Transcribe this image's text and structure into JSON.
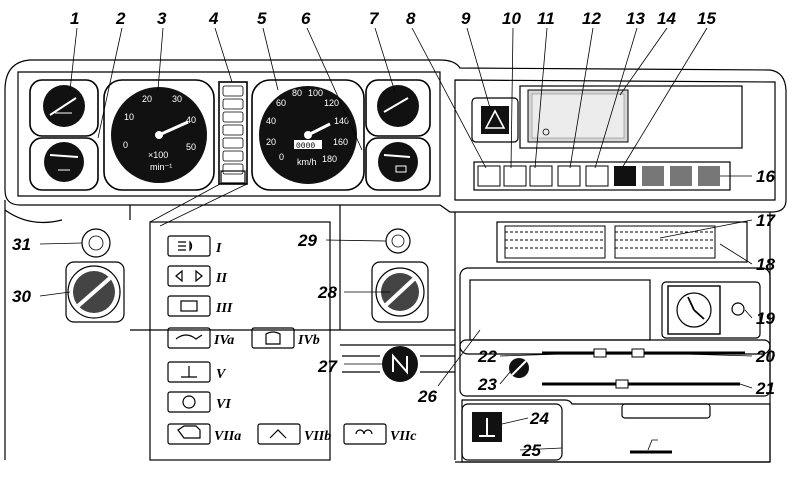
{
  "callouts": [
    "1",
    "2",
    "3",
    "4",
    "5",
    "6",
    "7",
    "8",
    "9",
    "10",
    "11",
    "12",
    "13",
    "14",
    "15",
    "16",
    "17",
    "18",
    "19",
    "20",
    "21",
    "22",
    "23",
    "24",
    "25",
    "26",
    "27",
    "28",
    "29",
    "30",
    "31"
  ],
  "legend": [
    "I",
    "II",
    "III",
    "IVa",
    "IVb",
    "V",
    "VI",
    "VIIa",
    "VIIb",
    "VIIc"
  ],
  "tach": {
    "ticks": [
      "0",
      "10",
      "20",
      "30",
      "40",
      "50"
    ],
    "unit_top": "×100",
    "unit_bottom": "min⁻¹"
  },
  "speedo": {
    "ticks": [
      "0",
      "20",
      "40",
      "60",
      "80",
      "100",
      "120",
      "140",
      "160",
      "180"
    ],
    "unit": "km/h",
    "odometer": "0000"
  }
}
